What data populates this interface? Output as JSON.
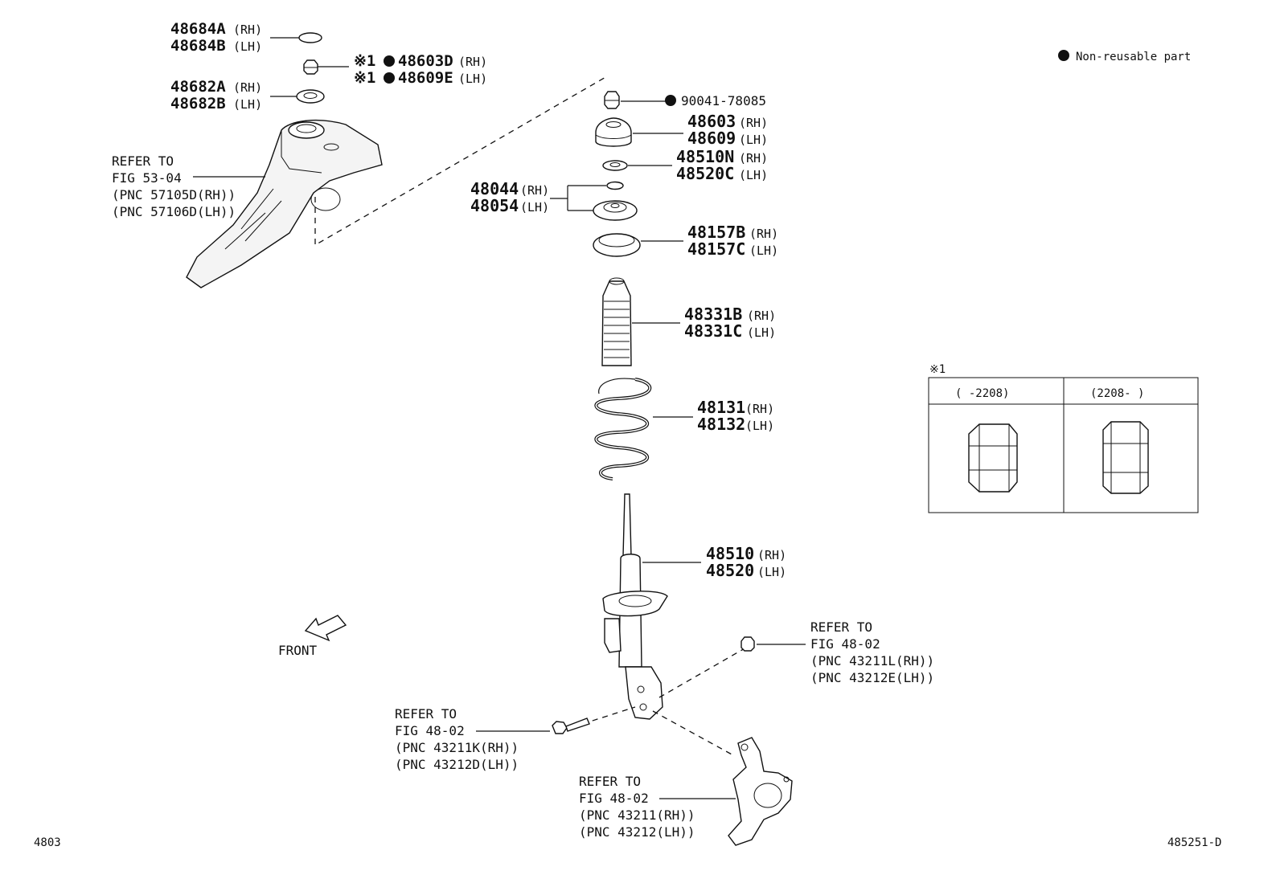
{
  "legend": {
    "label": "Non-reusable part"
  },
  "figure_code": "485251-D",
  "page_code": "4803",
  "front_label": "FRONT",
  "note_table": {
    "mark": "※1",
    "columns": [
      "(      -2208)",
      "(2208-      )"
    ]
  },
  "callouts": {
    "c48684": {
      "rh": "48684A",
      "rh_side": "(RH)",
      "lh": "48684B",
      "lh_side": "(LH)"
    },
    "c48603D": {
      "mark": "※1",
      "rh": "48603D",
      "rh_side": "(RH)",
      "lh": "48609E",
      "lh_side": "(LH)"
    },
    "c48682": {
      "rh": "48682A",
      "rh_side": "(RH)",
      "lh": "48682B",
      "lh_side": "(LH)"
    },
    "c90041": {
      "pn": "90041-78085"
    },
    "c48603": {
      "rh": "48603",
      "rh_side": "(RH)",
      "lh": "48609",
      "lh_side": "(LH)"
    },
    "c48510N": {
      "rh": "48510N",
      "rh_side": "(RH)",
      "lh": "48520C",
      "lh_side": "(LH)"
    },
    "c48044": {
      "rh": "48044",
      "rh_side": "(RH)",
      "lh": "48054",
      "lh_side": "(LH)"
    },
    "c48157": {
      "rh": "48157B",
      "rh_side": "(RH)",
      "lh": "48157C",
      "lh_side": "(LH)"
    },
    "c48331": {
      "rh": "48331B",
      "rh_side": "(RH)",
      "lh": "48331C",
      "lh_side": "(LH)"
    },
    "c48131": {
      "rh": "48131",
      "rh_side": "(RH)",
      "lh": "48132",
      "lh_side": "(LH)"
    },
    "c48510": {
      "rh": "48510",
      "rh_side": "(RH)",
      "lh": "48520",
      "lh_side": "(LH)"
    }
  },
  "refs": {
    "r5304": {
      "l1": "REFER TO",
      "l2": "FIG 53-04",
      "l3": "(PNC 57105D(RH))",
      "l4": "(PNC 57106D(LH))"
    },
    "r4802a": {
      "l1": "REFER TO",
      "l2": "FIG 48-02",
      "l3": "(PNC 43211L(RH))",
      "l4": "(PNC 43212E(LH))"
    },
    "r4802b": {
      "l1": "REFER TO",
      "l2": "FIG 48-02",
      "l3": "(PNC 43211K(RH))",
      "l4": "(PNC 43212D(LH))"
    },
    "r4802c": {
      "l1": "REFER TO",
      "l2": "FIG 48-02",
      "l3": "(PNC 43211(RH))",
      "l4": "(PNC 43212(LH))"
    }
  }
}
